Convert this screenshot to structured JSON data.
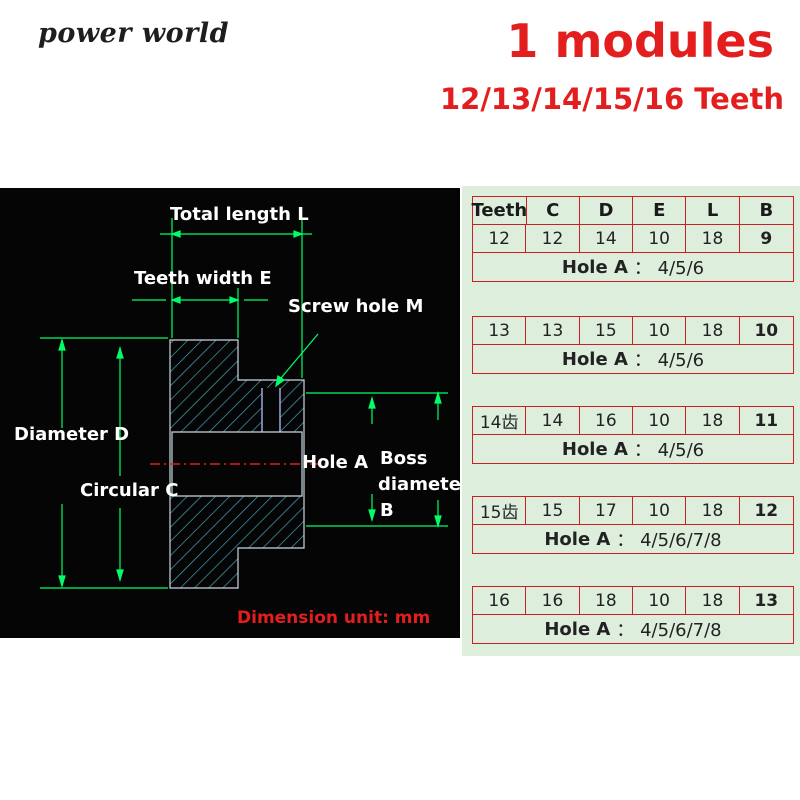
{
  "brand": "power world",
  "title": "1 modules",
  "subtitle": "12/13/14/15/16 Teeth",
  "diagram_labels": {
    "total_length": "Total length L",
    "teeth_width": "Teeth width E",
    "screw_hole": "Screw hole M",
    "diameter_d": "Diameter D",
    "circular_c": "Circular C",
    "hole_a": "Hole A",
    "boss": "Boss",
    "boss_diameter": "diameter",
    "boss_b": "B",
    "unit": "Dimension unit: mm"
  },
  "colors": {
    "accent": "#e31e1e",
    "line": "#00ff66",
    "hatch": "#5ab4c8",
    "table_bg": "#ddeedd",
    "table_border": "#cc2020"
  },
  "table": {
    "headers": [
      "Teeth",
      "C",
      "D",
      "E",
      "L",
      "B"
    ],
    "groups": [
      {
        "values": [
          "12",
          "12",
          "14",
          "10",
          "18",
          "9"
        ],
        "hole_label": "Hole A",
        "hole_value": "： 4/5/6"
      },
      {
        "values": [
          "13",
          "13",
          "15",
          "10",
          "18",
          "10"
        ],
        "hole_label": "Hole A",
        "hole_value": "： 4/5/6"
      },
      {
        "values": [
          "14齿",
          "14",
          "16",
          "10",
          "18",
          "11"
        ],
        "hole_label": "Hole A",
        "hole_value": "： 4/5/6"
      },
      {
        "values": [
          "15齿",
          "15",
          "17",
          "10",
          "18",
          "12"
        ],
        "hole_label": "Hole A",
        "hole_value": "： 4/5/6/7/8"
      },
      {
        "values": [
          "16",
          "16",
          "18",
          "10",
          "18",
          "13"
        ],
        "hole_label": "Hole A",
        "hole_value": "： 4/5/6/7/8"
      }
    ]
  }
}
